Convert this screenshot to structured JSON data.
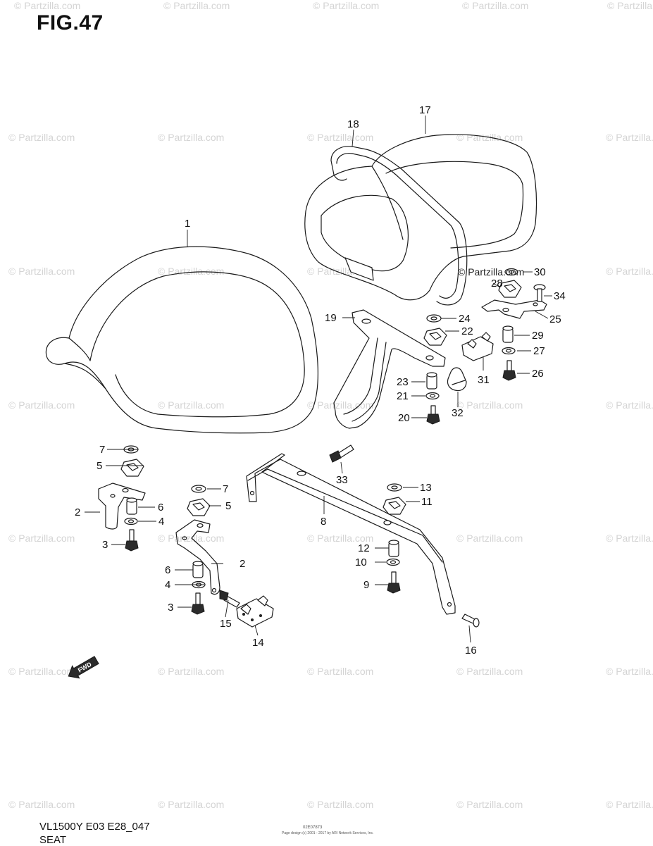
{
  "figure": {
    "title": "FIG.47",
    "model_code": "VL1500Y E03 E28_047",
    "section_name": "SEAT",
    "center_code": "02E07873",
    "center_copyright": "Page design (c) 2001 - 2017 by ARI Network Services, Inc."
  },
  "watermark": {
    "text": "© Partzilla.com",
    "inline_text": "© Partzilla.com"
  },
  "fwd_label": "FWD",
  "callouts": [
    "1",
    "2",
    "2",
    "3",
    "3",
    "4",
    "4",
    "5",
    "5",
    "6",
    "6",
    "7",
    "7",
    "8",
    "9",
    "10",
    "11",
    "12",
    "13",
    "14",
    "15",
    "16",
    "17",
    "18",
    "19",
    "20",
    "21",
    "22",
    "23",
    "24",
    "25",
    "26",
    "27",
    "28",
    "29",
    "30",
    "31",
    "32",
    "33",
    "34"
  ],
  "colors": {
    "line": "#1a1a1a",
    "watermark": "#d4d4d4",
    "background": "#ffffff"
  }
}
